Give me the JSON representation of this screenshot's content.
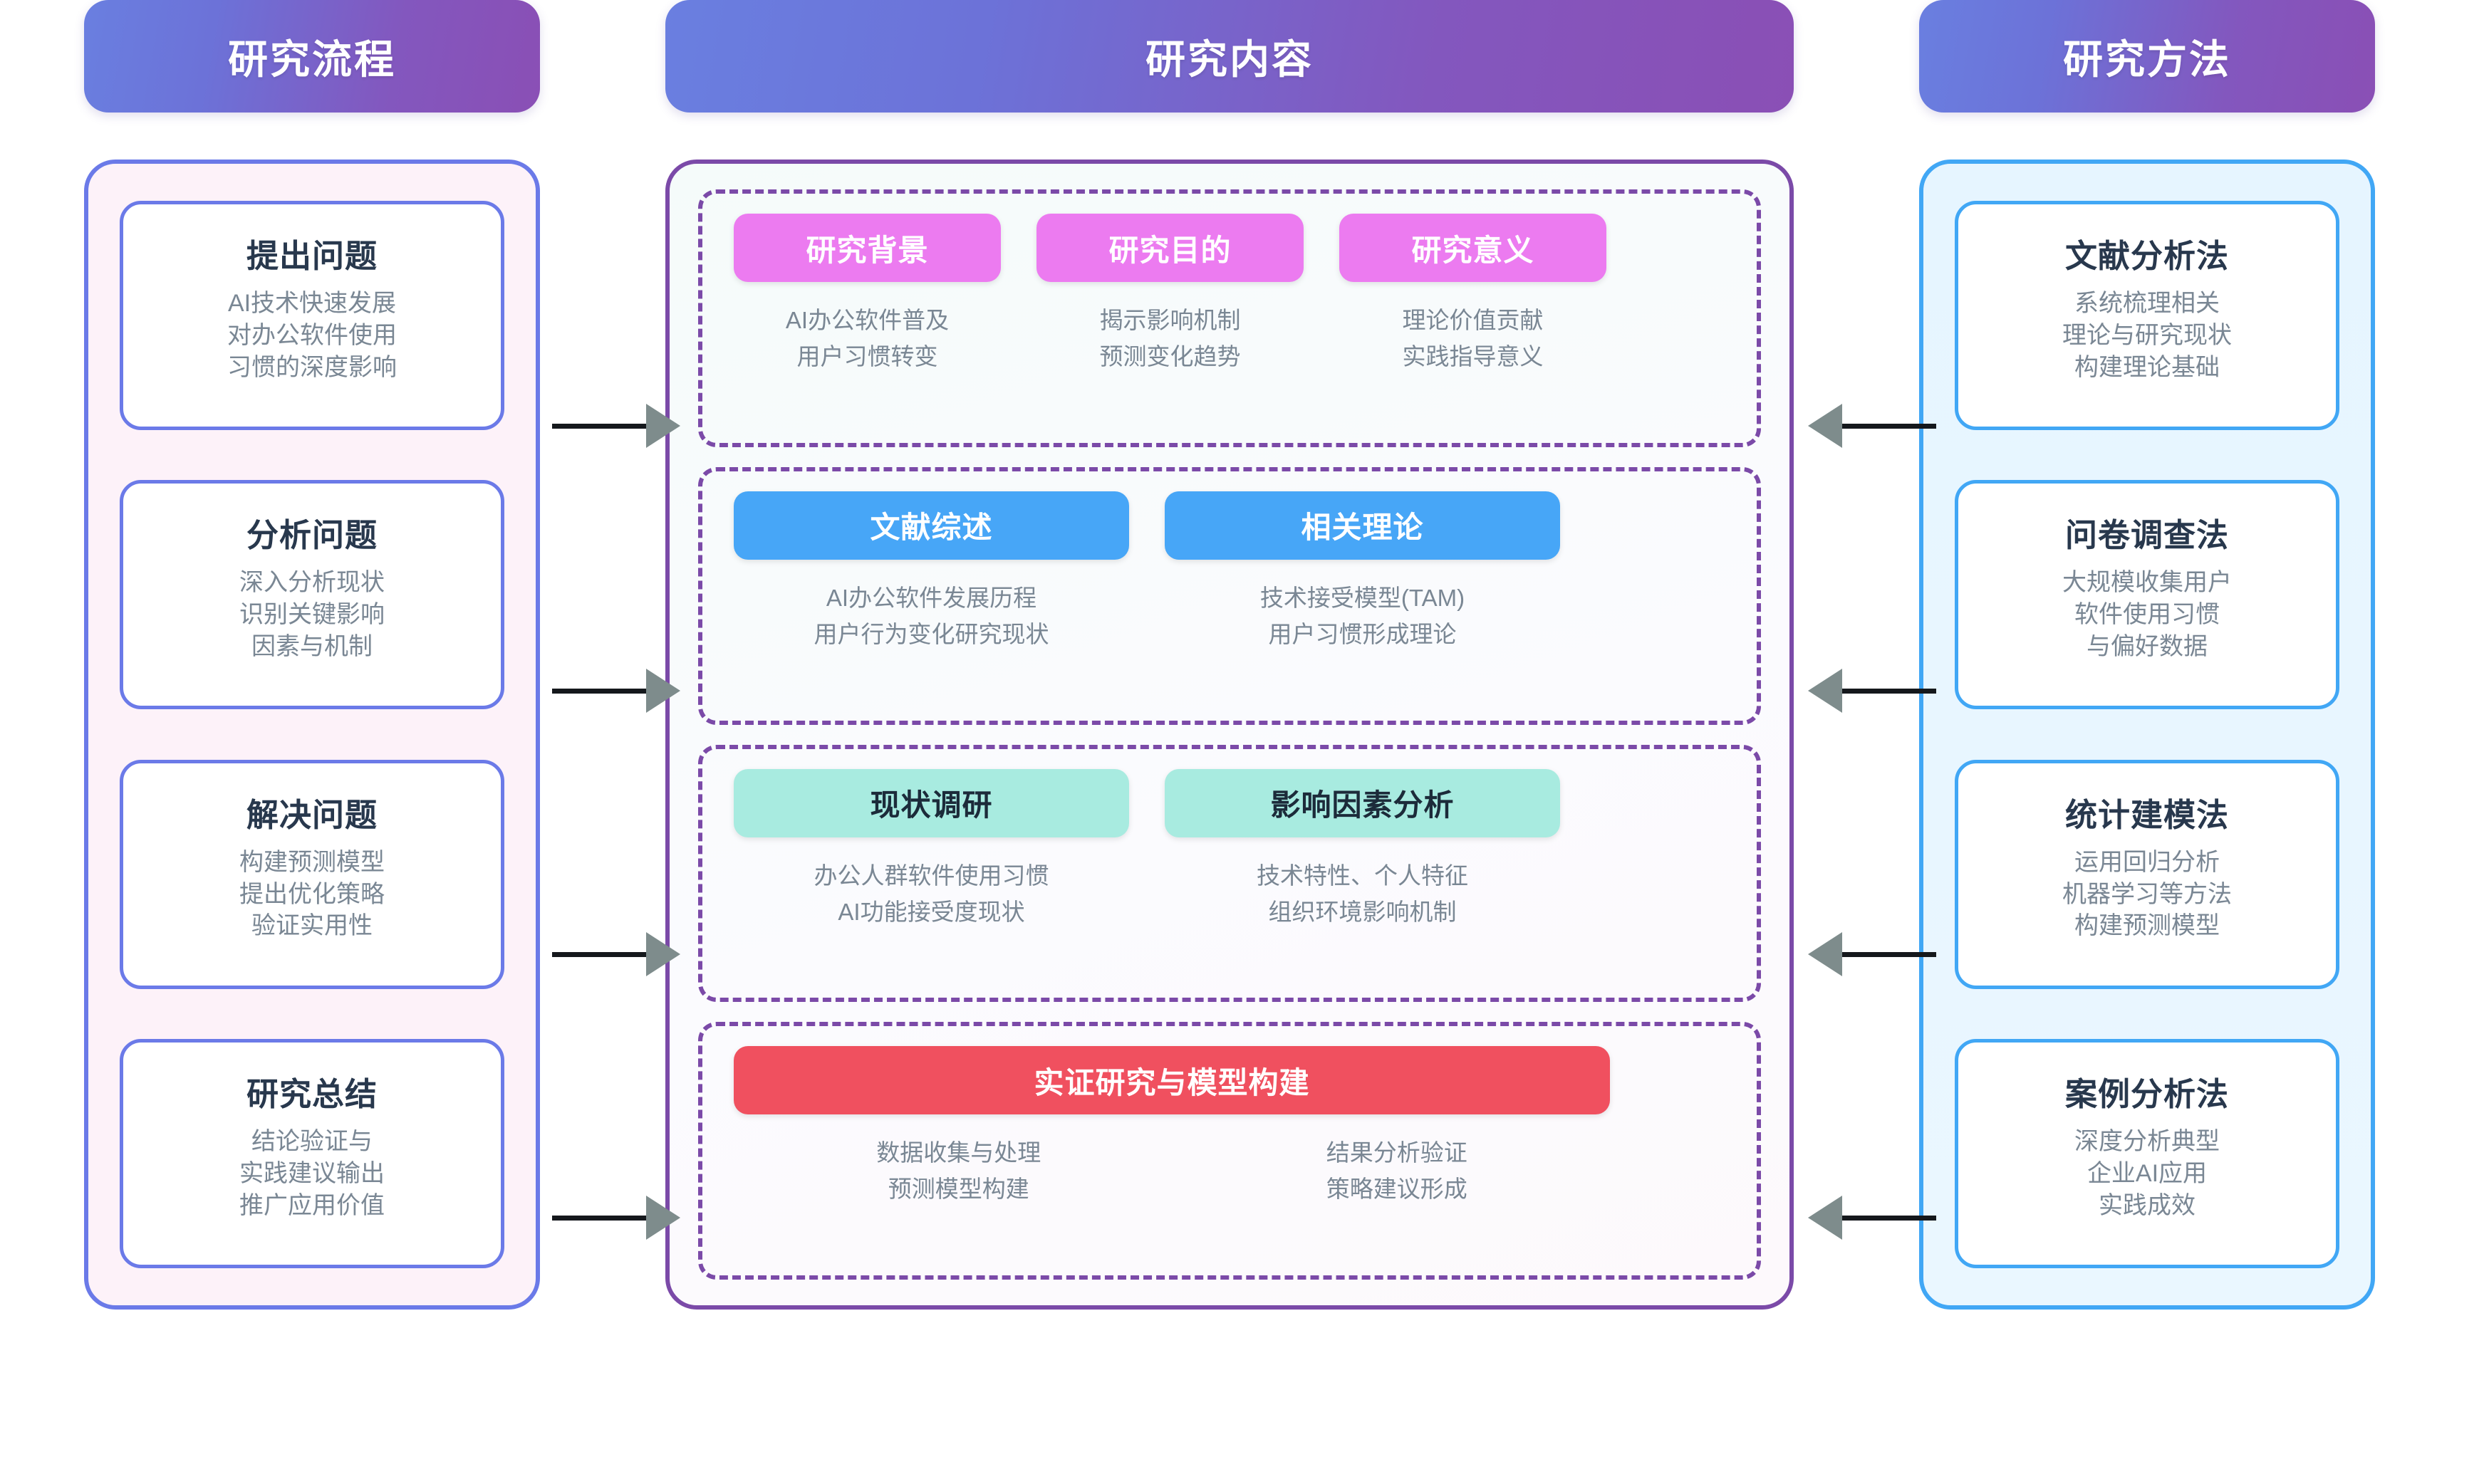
{
  "columns": {
    "left": {
      "header": "研究流程",
      "cards": [
        {
          "title": "提出问题",
          "lines": [
            "AI技术快速发展",
            "对办公软件使用",
            "习惯的深度影响"
          ]
        },
        {
          "title": "分析问题",
          "lines": [
            "深入分析现状",
            "识别关键影响",
            "因素与机制"
          ]
        },
        {
          "title": "解决问题",
          "lines": [
            "构建预测模型",
            "提出优化策略",
            "验证实用性"
          ]
        },
        {
          "title": "研究总结",
          "lines": [
            "结论验证与",
            "实践建议输出",
            "推广应用价值"
          ]
        }
      ]
    },
    "middle": {
      "header": "研究内容",
      "groups": [
        {
          "layout": "cols-3",
          "chipStyle": "pink",
          "items": [
            {
              "label": "研究背景",
              "lines": [
                "AI办公软件普及",
                "用户习惯转变"
              ]
            },
            {
              "label": "研究目的",
              "lines": [
                "揭示影响机制",
                "预测变化趋势"
              ]
            },
            {
              "label": "研究意义",
              "lines": [
                "理论价值贡献",
                "实践指导意义"
              ]
            }
          ]
        },
        {
          "layout": "cols-2",
          "chipStyle": "blue",
          "items": [
            {
              "label": "文献综述",
              "lines": [
                "AI办公软件发展历程",
                "用户行为变化研究现状"
              ]
            },
            {
              "label": "相关理论",
              "lines": [
                "技术接受模型(TAM)",
                "用户习惯形成理论"
              ]
            }
          ]
        },
        {
          "layout": "cols-2",
          "chipStyle": "teal",
          "items": [
            {
              "label": "现状调研",
              "lines": [
                "办公人群软件使用习惯",
                "AI功能接受度现状"
              ]
            },
            {
              "label": "影响因素分析",
              "lines": [
                "技术特性、个人特征",
                "组织环境影响机制"
              ]
            }
          ]
        },
        {
          "layout": "cols-1",
          "chipStyle": "red",
          "items": [
            {
              "label": "实证研究与模型构建",
              "lines": []
            }
          ],
          "wideSubs": [
            [
              "数据收集与处理",
              "预测模型构建"
            ],
            [
              "结果分析验证",
              "策略建议形成"
            ]
          ]
        }
      ]
    },
    "right": {
      "header": "研究方法",
      "cards": [
        {
          "title": "文献分析法",
          "lines": [
            "系统梳理相关",
            "理论与研究现状",
            "构建理论基础"
          ]
        },
        {
          "title": "问卷调查法",
          "lines": [
            "大规模收集用户",
            "软件使用习惯",
            "与偏好数据"
          ]
        },
        {
          "title": "统计建模法",
          "lines": [
            "运用回归分析",
            "机器学习等方法",
            "构建预测模型"
          ]
        },
        {
          "title": "案例分析法",
          "lines": [
            "深度分析典型",
            "企业AI应用",
            "实践成效"
          ]
        }
      ]
    }
  },
  "arrows": {
    "left_to_middle": [
      "arrow-right-1",
      "arrow-right-2",
      "arrow-right-3",
      "arrow-right-4"
    ],
    "right_to_middle": [
      "arrow-left-1",
      "arrow-left-2",
      "arrow-left-3",
      "arrow-left-4"
    ]
  },
  "colors": {
    "header_gradient_start": "#6a7fe0",
    "header_gradient_end": "#8a4fb5",
    "left_border": "#6b7ae8",
    "left_bg": "#fdf2f9",
    "middle_border": "#7b4aa8",
    "right_border": "#41a7f5",
    "right_bg": "#e6f5ff",
    "chip_pink": "#ec7bf0",
    "chip_blue": "#47a6f7",
    "chip_teal": "#a8ebe0",
    "chip_red": "#f0505f",
    "title_text": "#28384d",
    "body_text": "#7a8794",
    "arrow_shaft": "#15181c",
    "arrow_head": "#7e8c8c"
  }
}
